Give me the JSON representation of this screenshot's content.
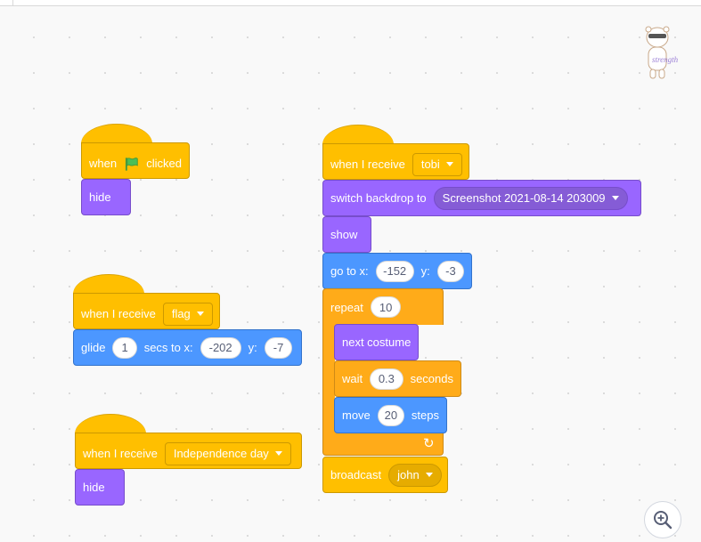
{
  "script1": {
    "hat_prefix": "when",
    "hat_suffix": "clicked",
    "hide_label": "hide"
  },
  "script2": {
    "hat_label": "when I receive",
    "message": "flag",
    "glide_label": "glide",
    "glide_secs": "1",
    "secs_label": "secs to x:",
    "x_value": "-202",
    "y_label": "y:",
    "y_value": "-7"
  },
  "script3": {
    "hat_label": "when I receive",
    "message": "Independence day",
    "hide_label": "hide"
  },
  "script4": {
    "hat_label": "when I receive",
    "message": "tobi",
    "switch_label": "switch backdrop to",
    "backdrop": "Screenshot 2021-08-14 203009",
    "show_label": "show",
    "goto_label": "go to x:",
    "goto_x": "-152",
    "goto_y_label": "y:",
    "goto_y": "-3",
    "repeat_label": "repeat",
    "repeat_count": "10",
    "next_costume_label": "next costume",
    "wait_label": "wait",
    "wait_value": "0.3",
    "seconds_label": "seconds",
    "move_label": "move",
    "move_value": "20",
    "steps_label": "steps",
    "broadcast_label": "broadcast",
    "broadcast_message": "john"
  },
  "mascot_text": "strength",
  "colors": {
    "events": "#ffbf00",
    "looks": "#9966ff",
    "motion": "#4c97ff",
    "control": "#ffab19",
    "green_flag": "#4cbf56"
  },
  "icons": {
    "green_flag": "green-flag-icon",
    "dropdown": "caret-down-icon",
    "loop": "loop-arrow-icon",
    "zoom": "zoom-in-icon"
  }
}
